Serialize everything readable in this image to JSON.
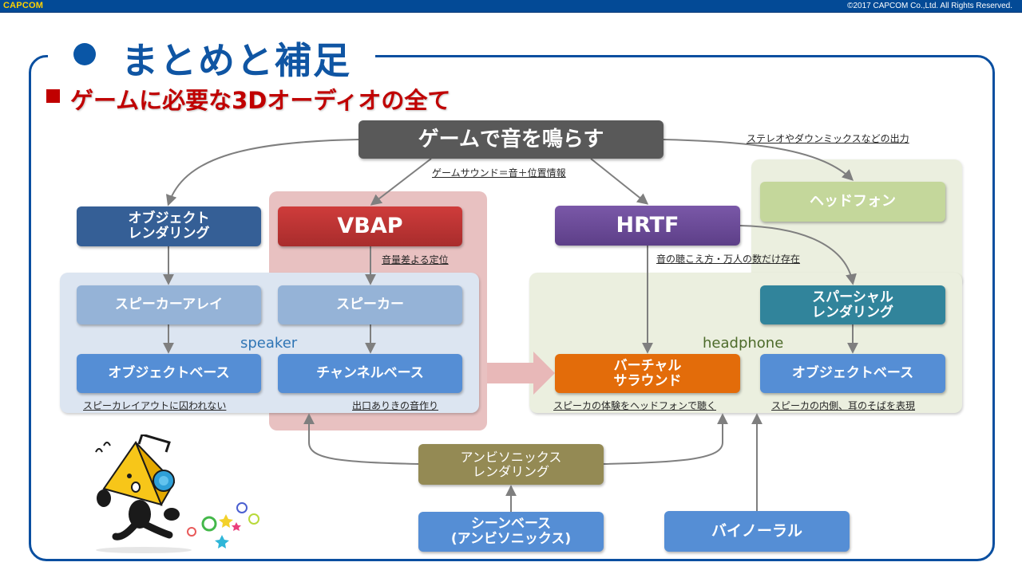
{
  "header": {
    "brand": "CAPCOM",
    "copyright": "©2017 CAPCOM Co.,Ltd. All Rights Reserved.",
    "bar_color": "#034a96",
    "brand_color": "#ffd200"
  },
  "slide": {
    "title": "まとめと補足",
    "subtitle": "ゲームに必要な3Dオーディオの全て",
    "title_color": "#0f55a3",
    "subtitle_color": "#c00000"
  },
  "diagram": {
    "regions": {
      "speaker": "speaker",
      "headphone": "headphone"
    },
    "nodes": {
      "root": "ゲームで音を鳴らす",
      "object_rendering": "オブジェクト\nレンダリング",
      "vbap": "VBAP",
      "hrtf": "HRTF",
      "headphones": "ヘッドフォン",
      "speaker_array": "スピーカーアレイ",
      "speaker": "スピーカー",
      "spatial_rendering": "スパーシャル\nレンダリング",
      "object_based_speaker": "オブジェクトベース",
      "channel_based": "チャンネルベース",
      "virtual_surround": "バーチャル\nサラウンド",
      "object_based_headphone": "オブジェクトベース",
      "ambisonics_rendering": "アンビソニックス\nレンダリング",
      "scene_based": "シーンベース\n(アンビソニックス)",
      "binaural": "バイノーラル"
    },
    "notes": {
      "game_sound": "ゲームサウンド＝音＋位置情報",
      "stereo_output": "ステレオやダウンミックスなどの出力",
      "vbap_note": "音量差よる定位",
      "hrtf_note": "音の聴こえ方・万人の数だけ存在",
      "speaker_layout": "スピーカレイアウトに囚われない",
      "exit_first": "出口ありきの音作り",
      "virtual_note": "スピーカの体験をヘッドフォンで聴く",
      "inner_note": "スピーカの内側、耳のそばを表現"
    },
    "edges": [
      {
        "from": "root",
        "to": "object_rendering"
      },
      {
        "from": "root",
        "to": "vbap"
      },
      {
        "from": "root",
        "to": "hrtf"
      },
      {
        "from": "root",
        "to": "headphones"
      },
      {
        "from": "object_rendering",
        "to": "speaker_array"
      },
      {
        "from": "vbap",
        "to": "speaker"
      },
      {
        "from": "speaker_array",
        "to": "object_based_speaker"
      },
      {
        "from": "speaker",
        "to": "channel_based"
      },
      {
        "from": "hrtf",
        "to": "virtual_surround"
      },
      {
        "from": "hrtf",
        "to": "spatial_rendering"
      },
      {
        "from": "spatial_rendering",
        "to": "object_based_headphone"
      },
      {
        "from": "speaker",
        "to": "virtual_surround"
      },
      {
        "from": "scene_based",
        "to": "ambisonics_rendering"
      },
      {
        "from": "ambisonics_rendering",
        "to": "channel_based"
      },
      {
        "from": "ambisonics_rendering",
        "to": "virtual_surround"
      },
      {
        "from": "binaural",
        "to": "object_based_headphone"
      }
    ],
    "colors": {
      "root": "#595959",
      "object_rendering": "#355f96",
      "vbap": "#c0392b",
      "hrtf": "#6b4c9a",
      "headphones": "#c4d79b",
      "speaker_light": "#95b3d7",
      "spatial_rendering": "#31849b",
      "base_blue": "#558ed5",
      "virtual_surround": "#e36c0a",
      "ambisonics_rendering": "#948a54"
    }
  },
  "mascot": {
    "icon": "mascot-character-with-headphones-icon"
  }
}
